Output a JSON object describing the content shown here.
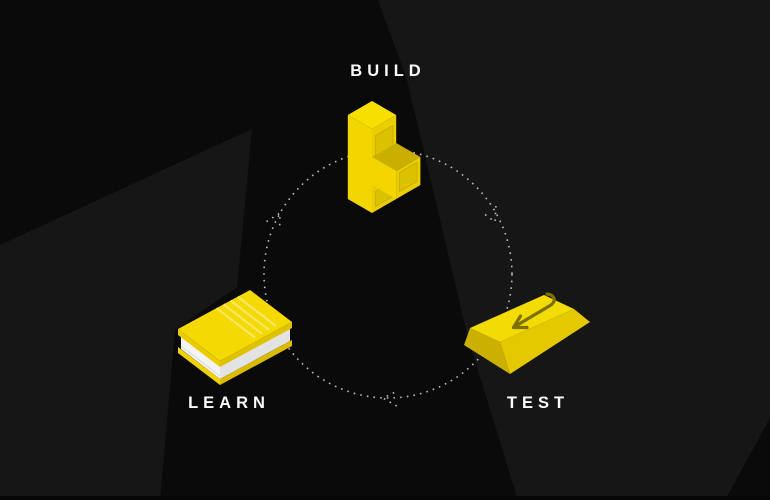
{
  "diagram": {
    "type": "cycle",
    "direction": "clockwise",
    "steps": [
      {
        "id": "build",
        "label": "BUILD",
        "icon": "stacked-blocks-icon",
        "position": "top"
      },
      {
        "id": "test",
        "label": "TEST",
        "icon": "gold-bar-arrow-icon",
        "position": "bottom-right"
      },
      {
        "id": "learn",
        "label": "LEARN",
        "icon": "book-icon",
        "position": "bottom-left"
      }
    ],
    "colors": {
      "background_base": "#0A0A0A",
      "background_beam": "#161616",
      "accent_yellow": "#F2D703",
      "accent_yellow_light": "#F7E000",
      "accent_yellow_dark": "#C9AF00",
      "arrow_olive": "#7E7000",
      "dotted_circle": "#BDBDB4",
      "label_text": "#FAFAFA"
    }
  }
}
